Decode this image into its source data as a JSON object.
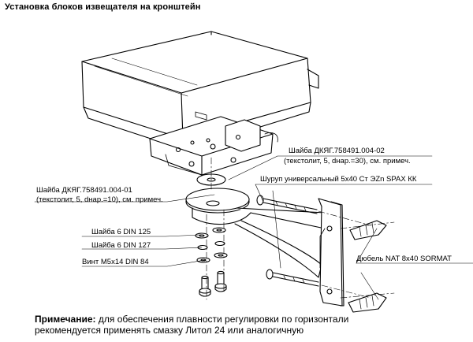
{
  "title": "Установка блоков извещателя на кронштейн",
  "callouts": {
    "washer_30_line1": "Шайба ДКЯГ.758491.004-02",
    "washer_30_line2": "(текстолит, 5, dнар.=30), см. примеч.",
    "screw": "Шуруп универсальный  5x40 Ст ЭZn  SPAX КК",
    "washer_10_line1": "Шайба  ДКЯГ.758491.004-01",
    "washer_10_line2": "(текстолит, 5, dнар.=10), см. примеч.",
    "washer_din125": "Шайба  6  DIN 125",
    "washer_din127": "Шайба  6  DIN 127",
    "bolt": "Винт  М5х14  DIN 84",
    "dowel": "Дюбель NAT  8x40  SORMAT"
  },
  "note": {
    "label": "Примечание:",
    "text_line1": " для обеспечения плавности регулировки по горизонтали",
    "text_line2": "рекомендуется применять смазку Литол 24 или аналогичную"
  }
}
